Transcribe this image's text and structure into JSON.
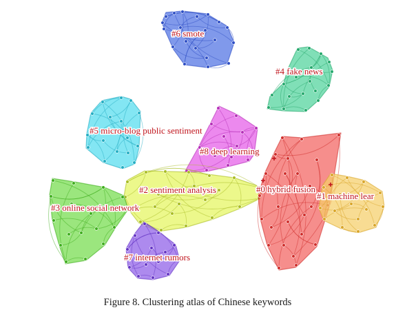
{
  "figure": {
    "caption": "Figure 8. Clustering atlas of Chinese keywords",
    "clusters": [
      {
        "id": "c6",
        "label": "#6 smote",
        "color": "#4f72e3",
        "dark": "#2f4fc5"
      },
      {
        "id": "c4",
        "label": "#4 fake news",
        "color": "#4fd39b",
        "dark": "#25a86c"
      },
      {
        "id": "c5",
        "label": "#5 micro-blog public sentiment",
        "color": "#53dcef",
        "dark": "#25aec3"
      },
      {
        "id": "c8",
        "label": "#8 deep learning",
        "color": "#e45ce8",
        "dark": "#b52fb8"
      },
      {
        "id": "c2",
        "label": "#2 sentiment analysis",
        "color": "#e4f55e",
        "dark": "#aabd25"
      },
      {
        "id": "c0",
        "label": "#0 hybrid fusion",
        "color": "#f2625f",
        "dark": "#cf2e2b"
      },
      {
        "id": "c1",
        "label": "#1 machine lear",
        "color": "#f5ce6a",
        "dark": "#d9a629"
      },
      {
        "id": "c3",
        "label": "#3 online social network",
        "color": "#74dc4c",
        "dark": "#3fae1e"
      },
      {
        "id": "c7",
        "label": "#7 internet rumors",
        "color": "#8e5de8",
        "dark": "#6434c4"
      }
    ]
  }
}
